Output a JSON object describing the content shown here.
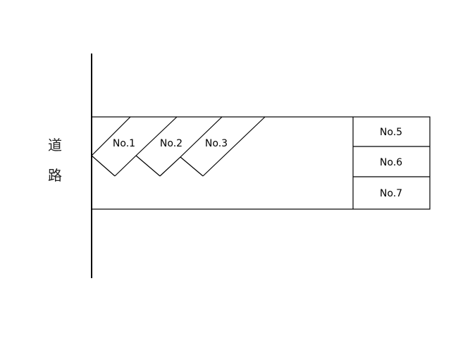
{
  "road": {
    "char1": "道",
    "char2": "路"
  },
  "spaces": {
    "angled": [
      {
        "label": "No.1"
      },
      {
        "label": "No.2"
      },
      {
        "label": "No.3"
      }
    ],
    "stacked": [
      {
        "label": "No.5"
      },
      {
        "label": "No.6"
      },
      {
        "label": "No.7"
      }
    ]
  },
  "colors": {
    "line": "#000000",
    "background": "#ffffff"
  }
}
